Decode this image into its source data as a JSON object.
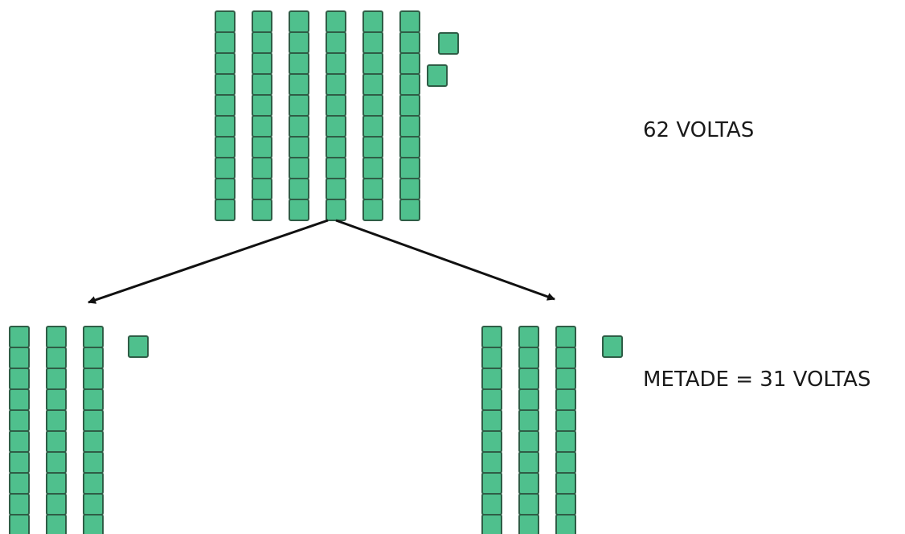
{
  "colors": {
    "block_fill": "#4fc08d",
    "block_stroke": "#2f5d46",
    "arrow": "#111111",
    "text": "#1a1a1a"
  },
  "groups": {
    "total": {
      "tens_rods": 6,
      "ones_units": 2,
      "value": 62
    },
    "left_half": {
      "tens_rods": 3,
      "ones_units": 1,
      "value": 31
    },
    "right_half": {
      "tens_rods": 3,
      "ones_units": 1,
      "value": 31
    }
  },
  "labels": {
    "total": "62 VOLTAS",
    "half": "METADE = 31 VOLTAS"
  }
}
